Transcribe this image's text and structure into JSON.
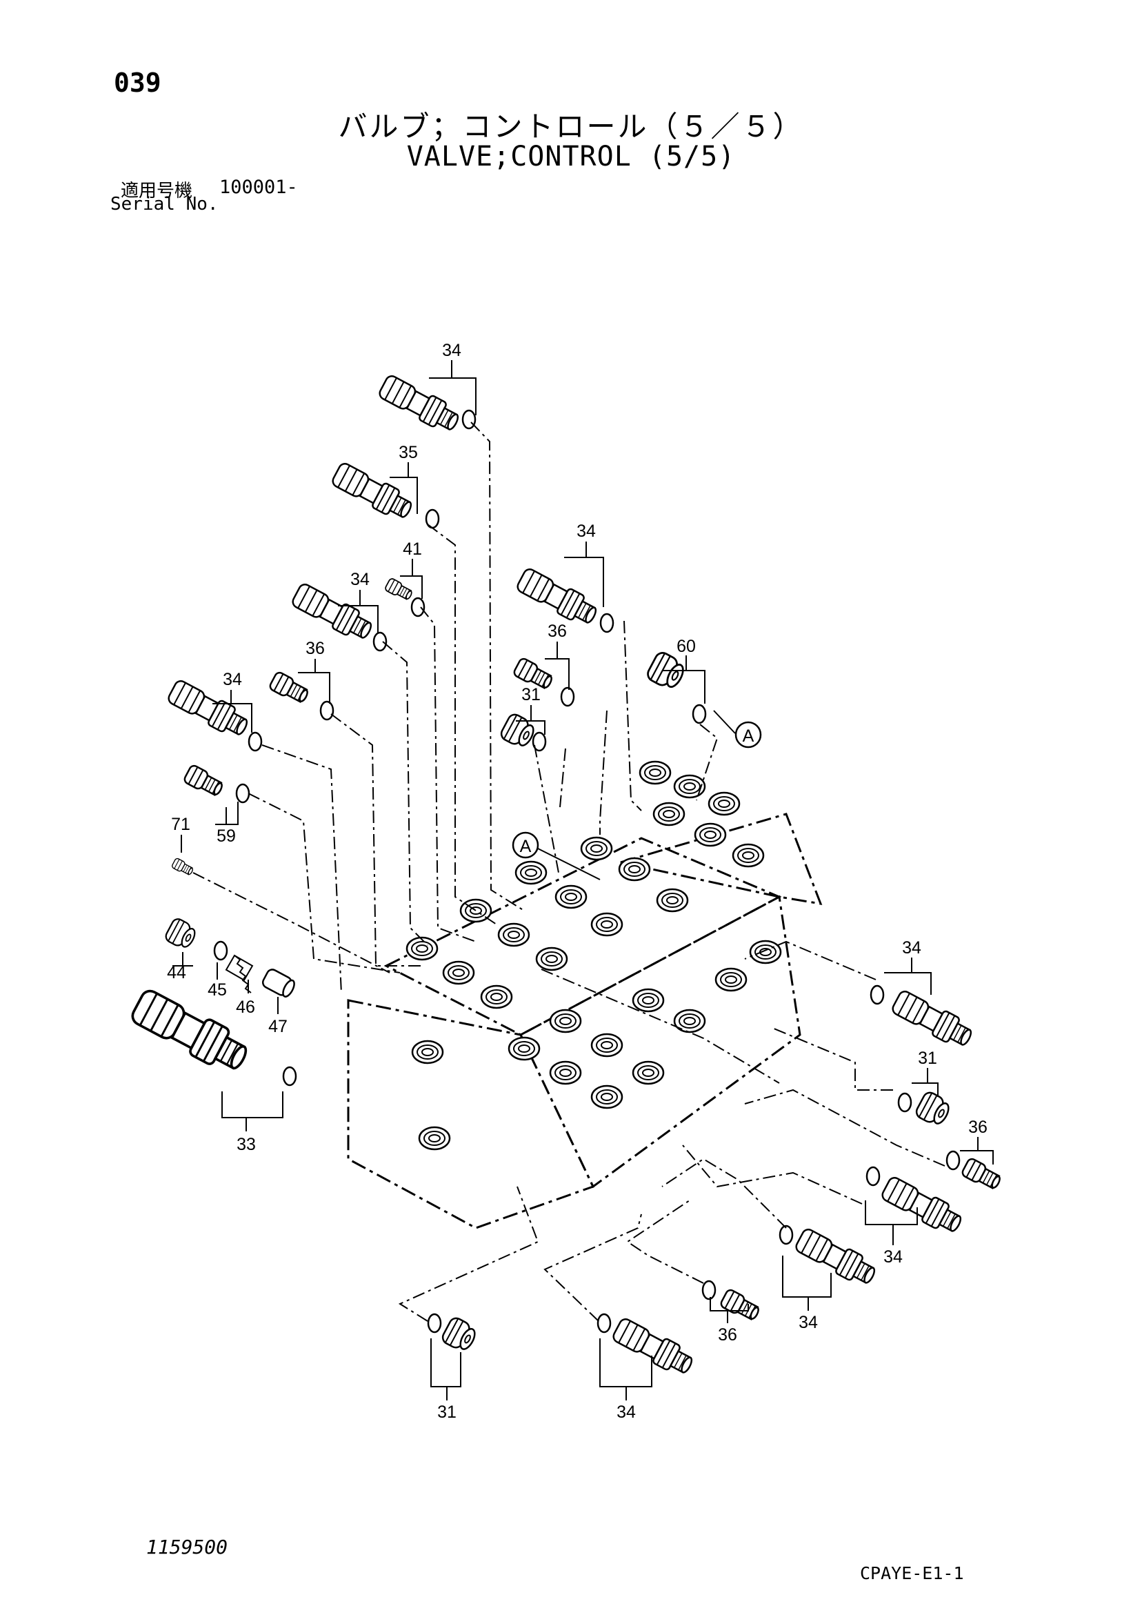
{
  "header": {
    "page_number": "039",
    "title_jp": "バルブ；コントロール（５／５）",
    "title_en": "VALVE;CONTROL (5/5)",
    "serial_label_jp": "適用号機",
    "serial_value": "100001-",
    "serial_label_en": "Serial No."
  },
  "footer": {
    "drawing_number": "1159500",
    "sheet_code": "CPAYE-E1-1"
  },
  "reference_mark": "A",
  "callouts": [
    "34",
    "35",
    "34",
    "41",
    "34",
    "36",
    "60",
    "34",
    "36",
    "31",
    "71",
    "59",
    "44",
    "45",
    "46",
    "47",
    "33",
    "34",
    "31",
    "36",
    "34",
    "34",
    "36",
    "34",
    "31"
  ]
}
